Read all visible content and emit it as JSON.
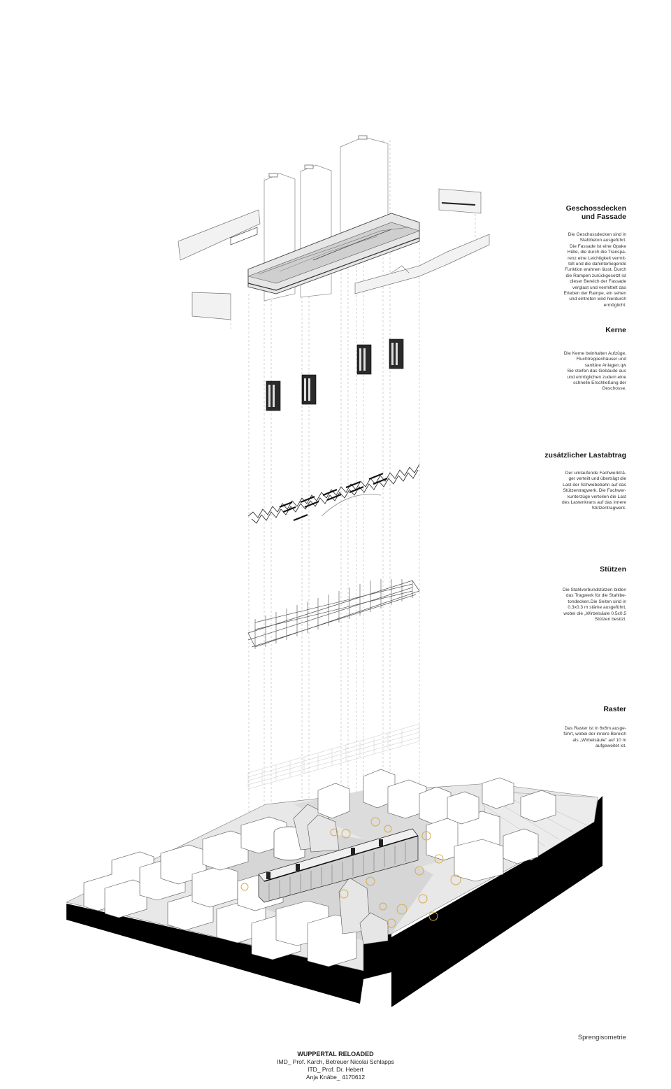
{
  "sections": [
    {
      "title": "Geschossdecken\nund Fassade",
      "body": "Die Geschossdecken  sind in\nStahlbeton ausgeführt.\nDie Fassade ist eine Opake\nHülle, die  durch die  Transpa-\nrenz  eine Leichtigkeit vermit-\ntelt und die dahinterliegende\nFunktion erahnen lässt. Durch\ndie Rampen zurückgesetzt ist\ndieser Bereich der Fassade\nverglast und vermittelt das\nErleben der Rampe, ein sehen\nund eintreten wird hierdurch\nermöglicht."
    },
    {
      "title": "Kerne",
      "body": "Die Kerne beinhalten Aufzüge,\nFluchtreppenhäuser und\nsanitäre Anlagen.qw\nSie steifen das Gebäude aus\nund ermöglichen zudem eine\nschnelle Erschließung der\nGeschosse."
    },
    {
      "title": "zusätzlicher Lastabtrag",
      "body": "Der umlaufende Fachwerkträ-\nger   verteilt und überträgt die\nLast der Schwebebahn auf das\nStützentragwerk. Die  Fachwer-\nkunterzüge  verteilen die Last\ndes Lastenkrans auf das innere\nStützentragwerk."
    },
    {
      "title": "Stützen",
      "body": "Die Stahlverbundstützen bilden\ndas Tragwerk für die Stahlbe-\ntondecken.Die Seiten sind in\n0.3x0.3 m stärke ausgeführt,\nwobei die „Wirbelsäule 0.5x0.5\nStützen besitzt."
    },
    {
      "title": "Raster",
      "body": "Das Raster ist in 6x6m ausge-\nführt, wobei der innere Bereich\nals „Wirbelsäule\" auf 10 m\naufgeweitet ist."
    }
  ],
  "caption": "Sprengisometrie",
  "credits": {
    "title": "WUPPERTAL RELOADED",
    "line1": "IMD_ Prof. Karch, Betreuer Nicolai Schlapps",
    "line2": "ITD_ Prof. Dr. Hebert",
    "line3": "Anja Knäbe_ 4170612"
  },
  "colors": {
    "ink": "#1a1a1a",
    "line": "#9a9a9a",
    "terrain": "#000000",
    "trees": "#d9a94a",
    "ground": "#d6d6d6"
  }
}
